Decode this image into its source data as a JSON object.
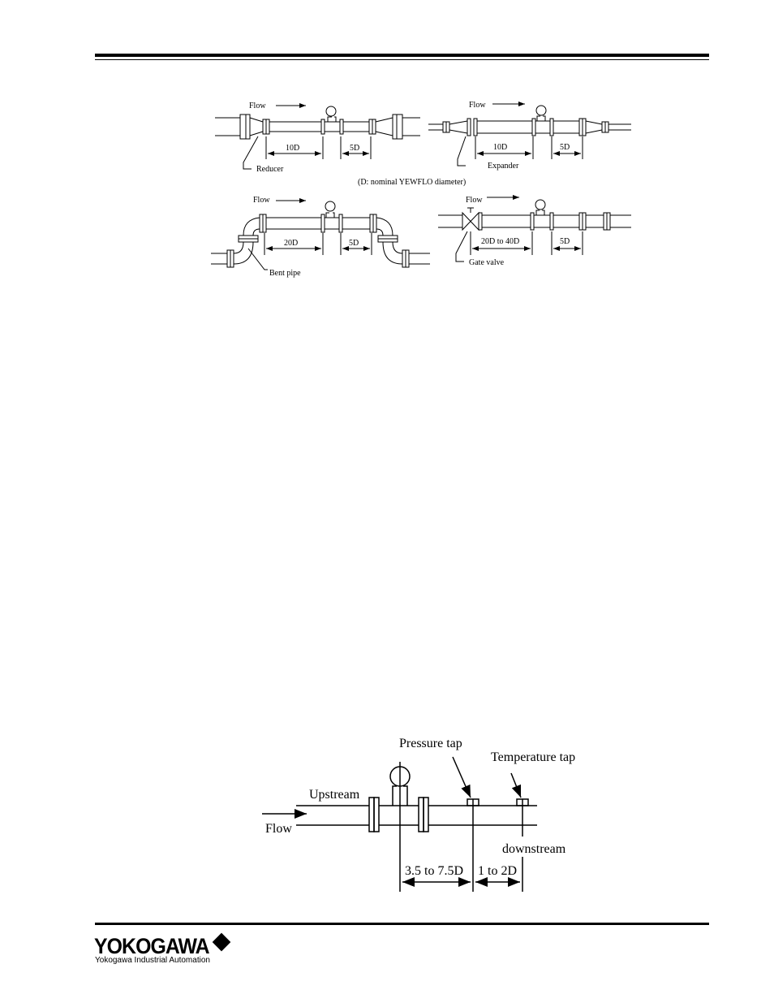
{
  "top_figure": {
    "flow_label": "Flow",
    "panel_a": {
      "up": "10D",
      "down": "5D",
      "fitting": "Reducer"
    },
    "panel_b": {
      "up": "10D",
      "down": "5D",
      "fitting": "Expander"
    },
    "note": "(D: nominal YEWFLO diameter)",
    "panel_c": {
      "up": "20D",
      "down": "5D",
      "fitting": "Bent pipe"
    },
    "panel_d": {
      "up": "20D to 40D",
      "down": "5D",
      "fitting": "Gate valve"
    }
  },
  "tap_figure": {
    "pressure_tap": "Pressure tap",
    "temperature_tap": "Temperature tap",
    "upstream": "Upstream",
    "flow": "Flow",
    "downstream": "downstream",
    "dist_pressure": "3.5 to 7.5D",
    "dist_temperature": "1 to 2D"
  },
  "footer": {
    "brand": "YOKOGAWA",
    "subtitle": "Yokogawa Industrial Automation"
  }
}
